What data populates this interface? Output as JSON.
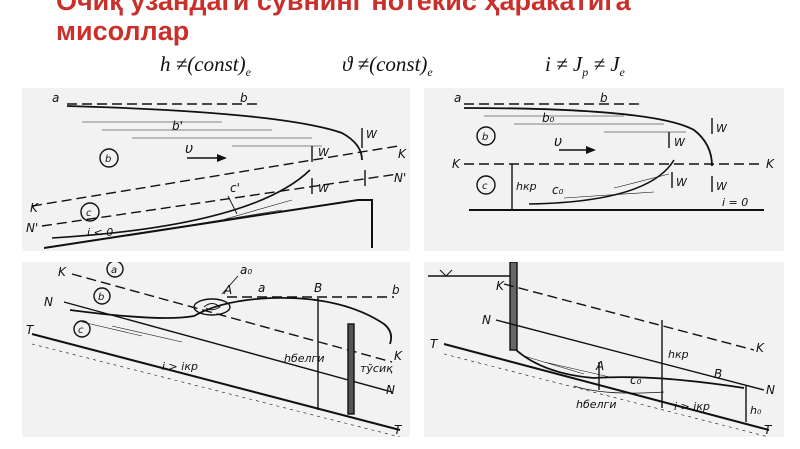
{
  "header": {
    "title_line1": "Очиқ узандаги сувнинг нотекис ҳаракатига",
    "title_line2": "мисоллар",
    "title_color": "#c9302c"
  },
  "formulas": {
    "f1_main": "h ≠(const)",
    "f1_sub": "e",
    "f2_main": "ϑ ≠(const)",
    "f2_sub": "e",
    "f3_a": "i ≠ J",
    "f3_a_sub": "p",
    "f3_b": " ≠ J",
    "f3_b_sub": "e"
  },
  "panel1": {
    "lab_a": "a",
    "lab_b": "b",
    "lab_b1": "b'",
    "lab_zone_b": "b",
    "lab_v": "υ",
    "lab_W1": "W",
    "lab_W2": "W",
    "lab_W3": "W",
    "lab_K_left": "K",
    "lab_K_right": "K",
    "lab_N_left": "N'",
    "lab_N_right": "N'",
    "lab_zone_c": "c",
    "lab_c1": "c'",
    "lab_slope": "i < 0"
  },
  "panel2": {
    "lab_a": "a",
    "lab_b": "b",
    "lab_b0": "b₀",
    "lab_zone_b": "b",
    "lab_v": "υ",
    "lab_W1": "W",
    "lab_W2": "W",
    "lab_W3": "W",
    "lab_W4": "W",
    "lab_K_left": "K",
    "lab_K_right": "K",
    "lab_zone_c": "c",
    "lab_hkp": "hкр",
    "lab_c0": "c₀",
    "lab_slope": "i = 0"
  },
  "panel3": {
    "lab_K": "K",
    "lab_K_right": "K",
    "lab_zone_a": "a",
    "lab_a0": "a₀",
    "lab_N": "N",
    "lab_N_right": "N",
    "lab_zone_b": "b",
    "lab_A": "A",
    "lab_a": "a",
    "lab_B": "B",
    "lab_b": "b",
    "lab_zone_c": "c",
    "lab_T_left": "T",
    "lab_T_right": "T",
    "lab_slope": "i > iкр",
    "lab_hvalley": "hбелги",
    "lab_tusiq": "тўсиқ"
  },
  "panel4": {
    "lab_K": "K",
    "lab_K_right": "K",
    "lab_N": "N",
    "lab_N_right": "N",
    "lab_T": "T",
    "lab_T_right": "T",
    "lab_hkp": "hкр",
    "lab_A": "A",
    "lab_c0": "c₀",
    "lab_B": "B",
    "lab_hvalley": "hбелги",
    "lab_slope": "i > iкр",
    "lab_h0": "h₀"
  }
}
